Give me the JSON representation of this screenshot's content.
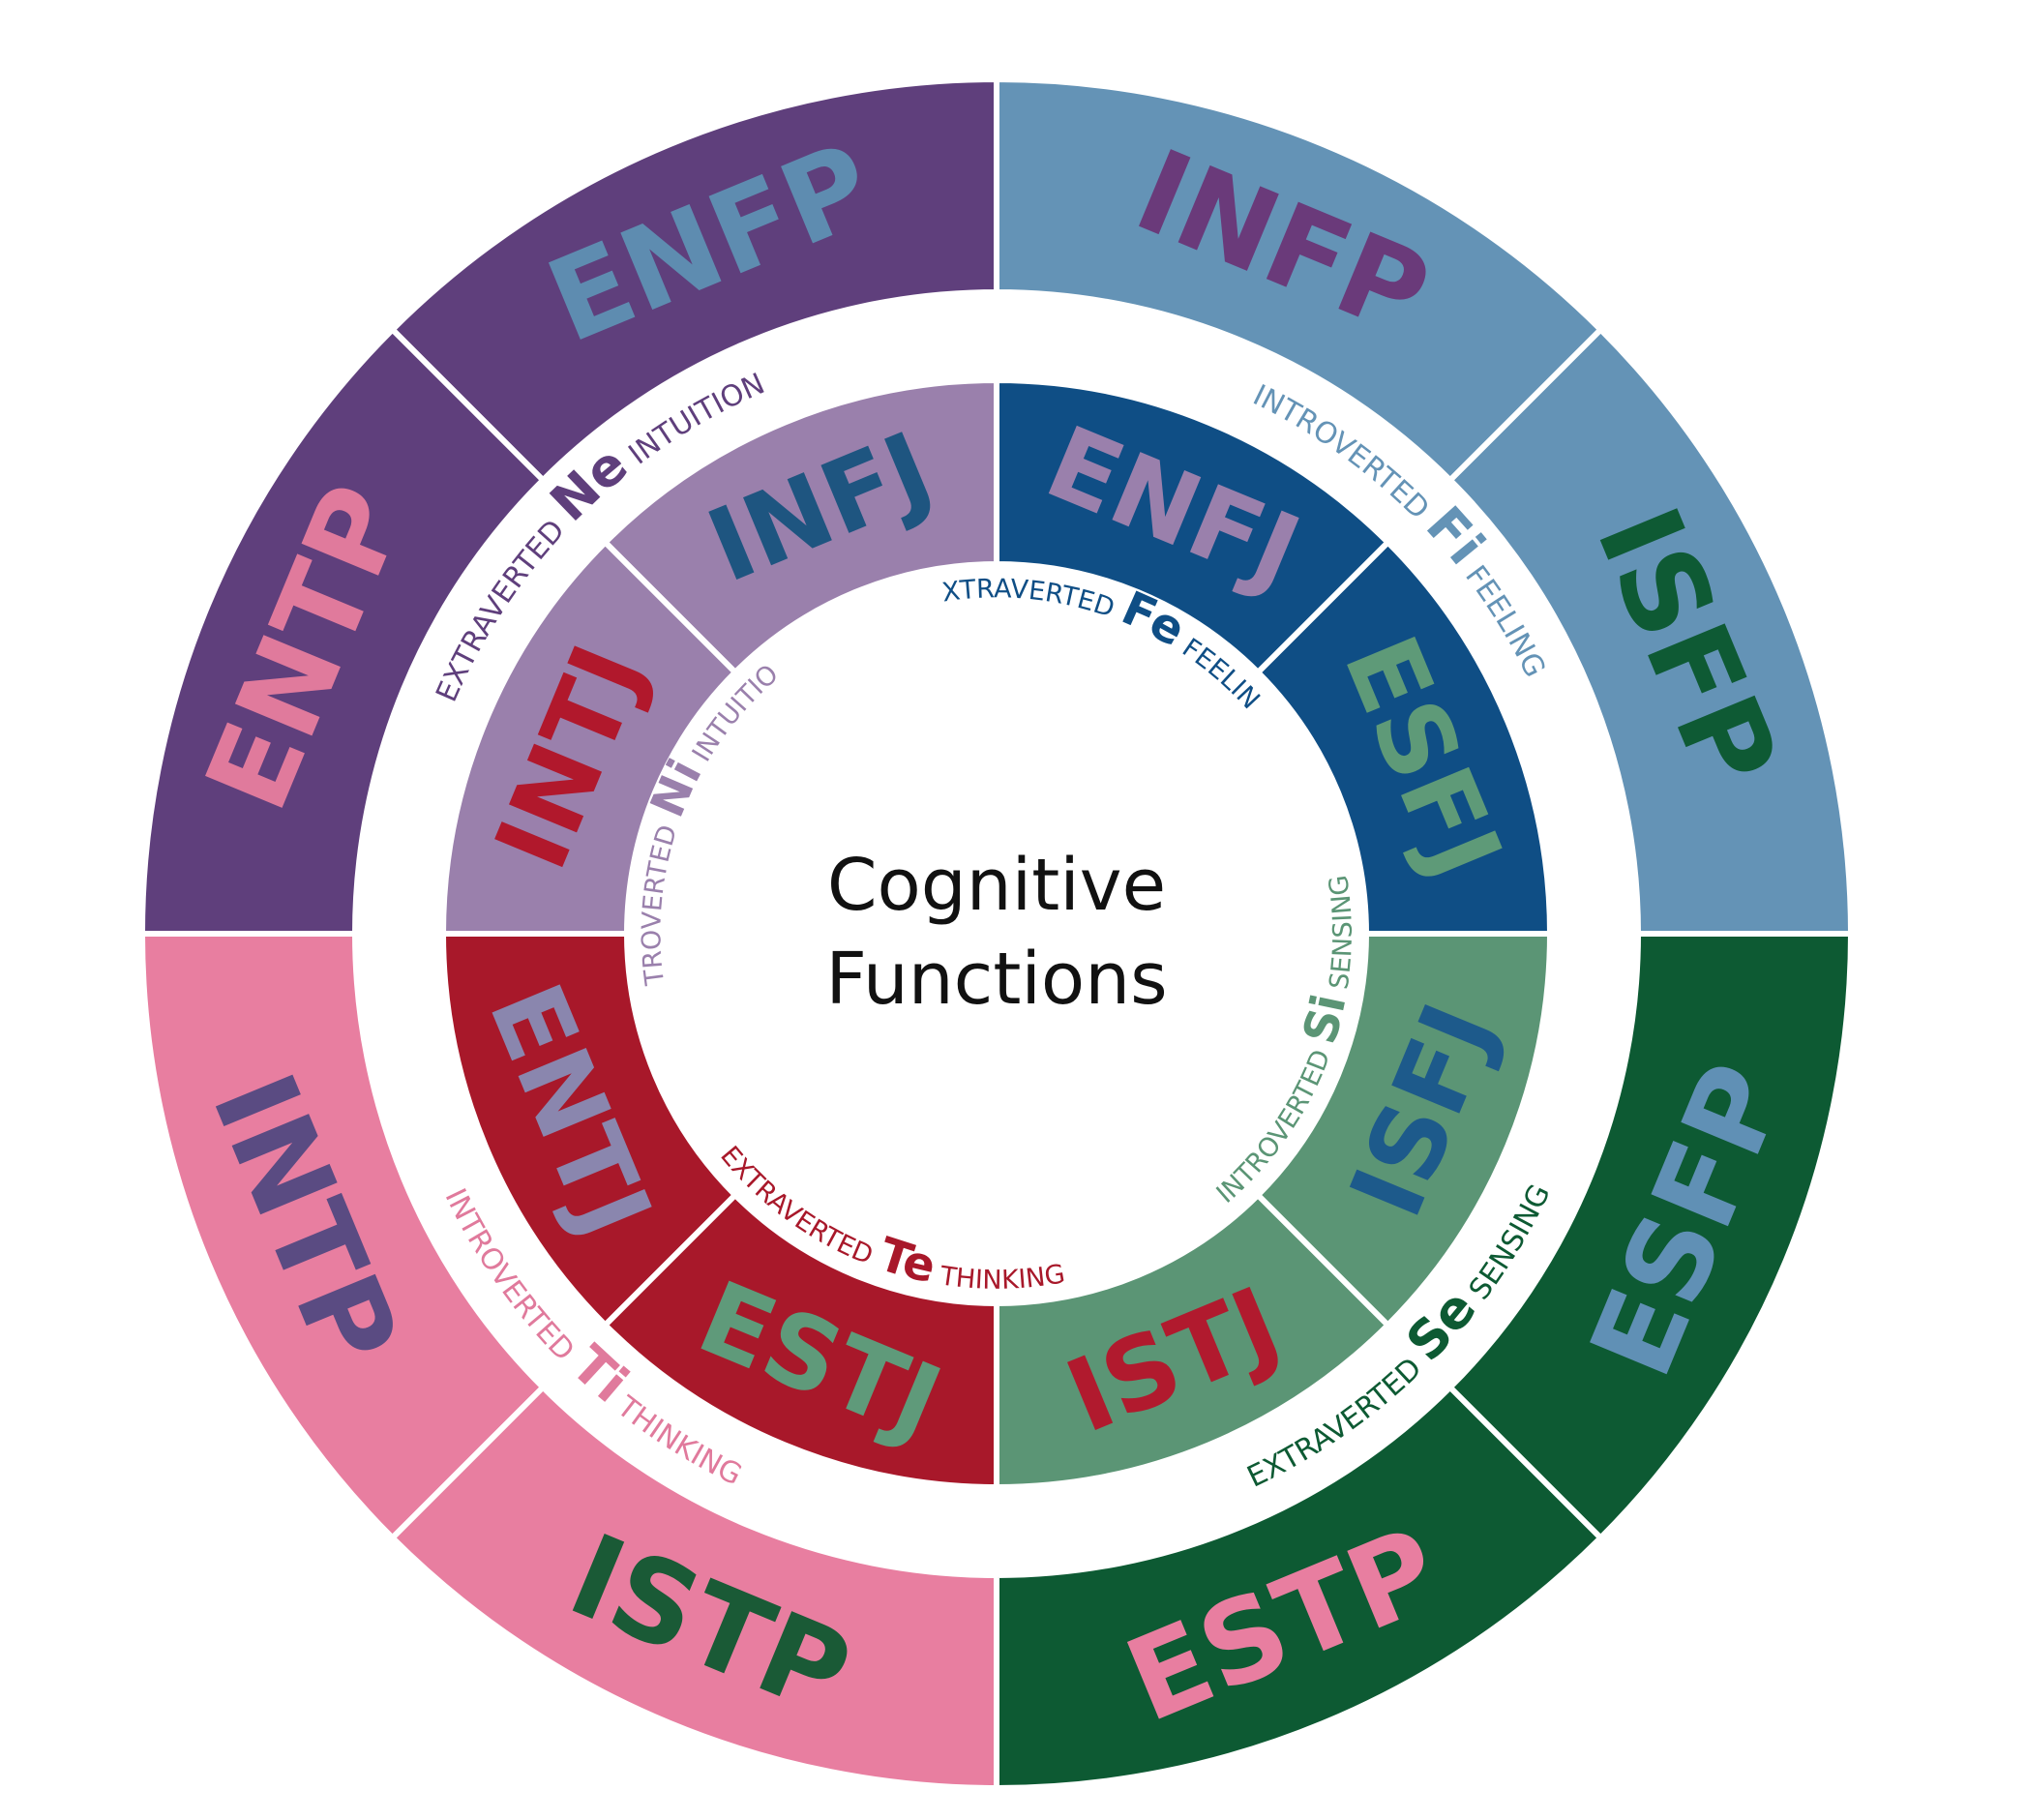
{
  "center": {
    "line1": "Cognitive",
    "line2": "Functions"
  },
  "outer_ring": [
    {
      "label": "ENFP",
      "fill": "#5f3f7c",
      "text_color": "#5e8cb0"
    },
    {
      "label": "ENTP",
      "fill": "#5f3f7c",
      "text_color": "#e07a9c"
    },
    {
      "label": "INTP",
      "fill": "#e87ea0",
      "text_color": "#5a4b82"
    },
    {
      "label": "ISTP",
      "fill": "#e87ea0",
      "text_color": "#1a5a36"
    },
    {
      "label": "ESTP",
      "fill": "#0d5a33",
      "text_color": "#e87ea0"
    },
    {
      "label": "ESFP",
      "fill": "#0d5a33",
      "text_color": "#6090b5"
    },
    {
      "label": "ISFP",
      "fill": "#6493b6",
      "text_color": "#0e5a34"
    },
    {
      "label": "INFP",
      "fill": "#6493b6",
      "text_color": "#6a3a7a"
    }
  ],
  "inner_ring": [
    {
      "label": "INFJ",
      "fill": "#9a80ac",
      "text_color": "#1e5580"
    },
    {
      "label": "INTJ",
      "fill": "#9a80ac",
      "text_color": "#b1182c"
    },
    {
      "label": "ENTJ",
      "fill": "#a8182a",
      "text_color": "#8a86ae"
    },
    {
      "label": "ESTJ",
      "fill": "#a8182a",
      "text_color": "#5f9a7a"
    },
    {
      "label": "ISTJ",
      "fill": "#5b9575",
      "text_color": "#b11a2e"
    },
    {
      "label": "ISFJ",
      "fill": "#5b9575",
      "text_color": "#1d5a8b"
    },
    {
      "label": "ESFJ",
      "fill": "#0f4e85",
      "text_color": "#5e9a78"
    },
    {
      "label": "ENFJ",
      "fill": "#0f4e85",
      "text_color": "#9a80ac"
    }
  ],
  "outer_functions": [
    {
      "prefix": "EXTRAVERTED",
      "abbr": "Ne",
      "suffix": "INTUITION",
      "color": "#5f3f7c"
    },
    {
      "prefix": "INTROVERTED",
      "abbr": "Ti",
      "suffix": "THINKING",
      "color": "#e07a9c"
    },
    {
      "prefix": "EXTRAVERTED",
      "abbr": "Se",
      "suffix": "SENSING",
      "color": "#0d5a33"
    },
    {
      "prefix": "INTROVERTED",
      "abbr": "Fi",
      "suffix": "FEELING",
      "color": "#6493b6"
    }
  ],
  "inner_functions": [
    {
      "prefix": "INTROVERTED",
      "abbr": "Ni",
      "suffix": "INTUITION",
      "color": "#9a80ac"
    },
    {
      "prefix": "EXTRAVERTED",
      "abbr": "Te",
      "suffix": "THINKING",
      "color": "#a8182a"
    },
    {
      "prefix": "INTROVERTED",
      "abbr": "Si",
      "suffix": "SENSING",
      "color": "#5b9575"
    },
    {
      "prefix": "EXTRAVERTED",
      "abbr": "Fe",
      "suffix": "FEELING",
      "color": "#0f4e85"
    }
  ]
}
